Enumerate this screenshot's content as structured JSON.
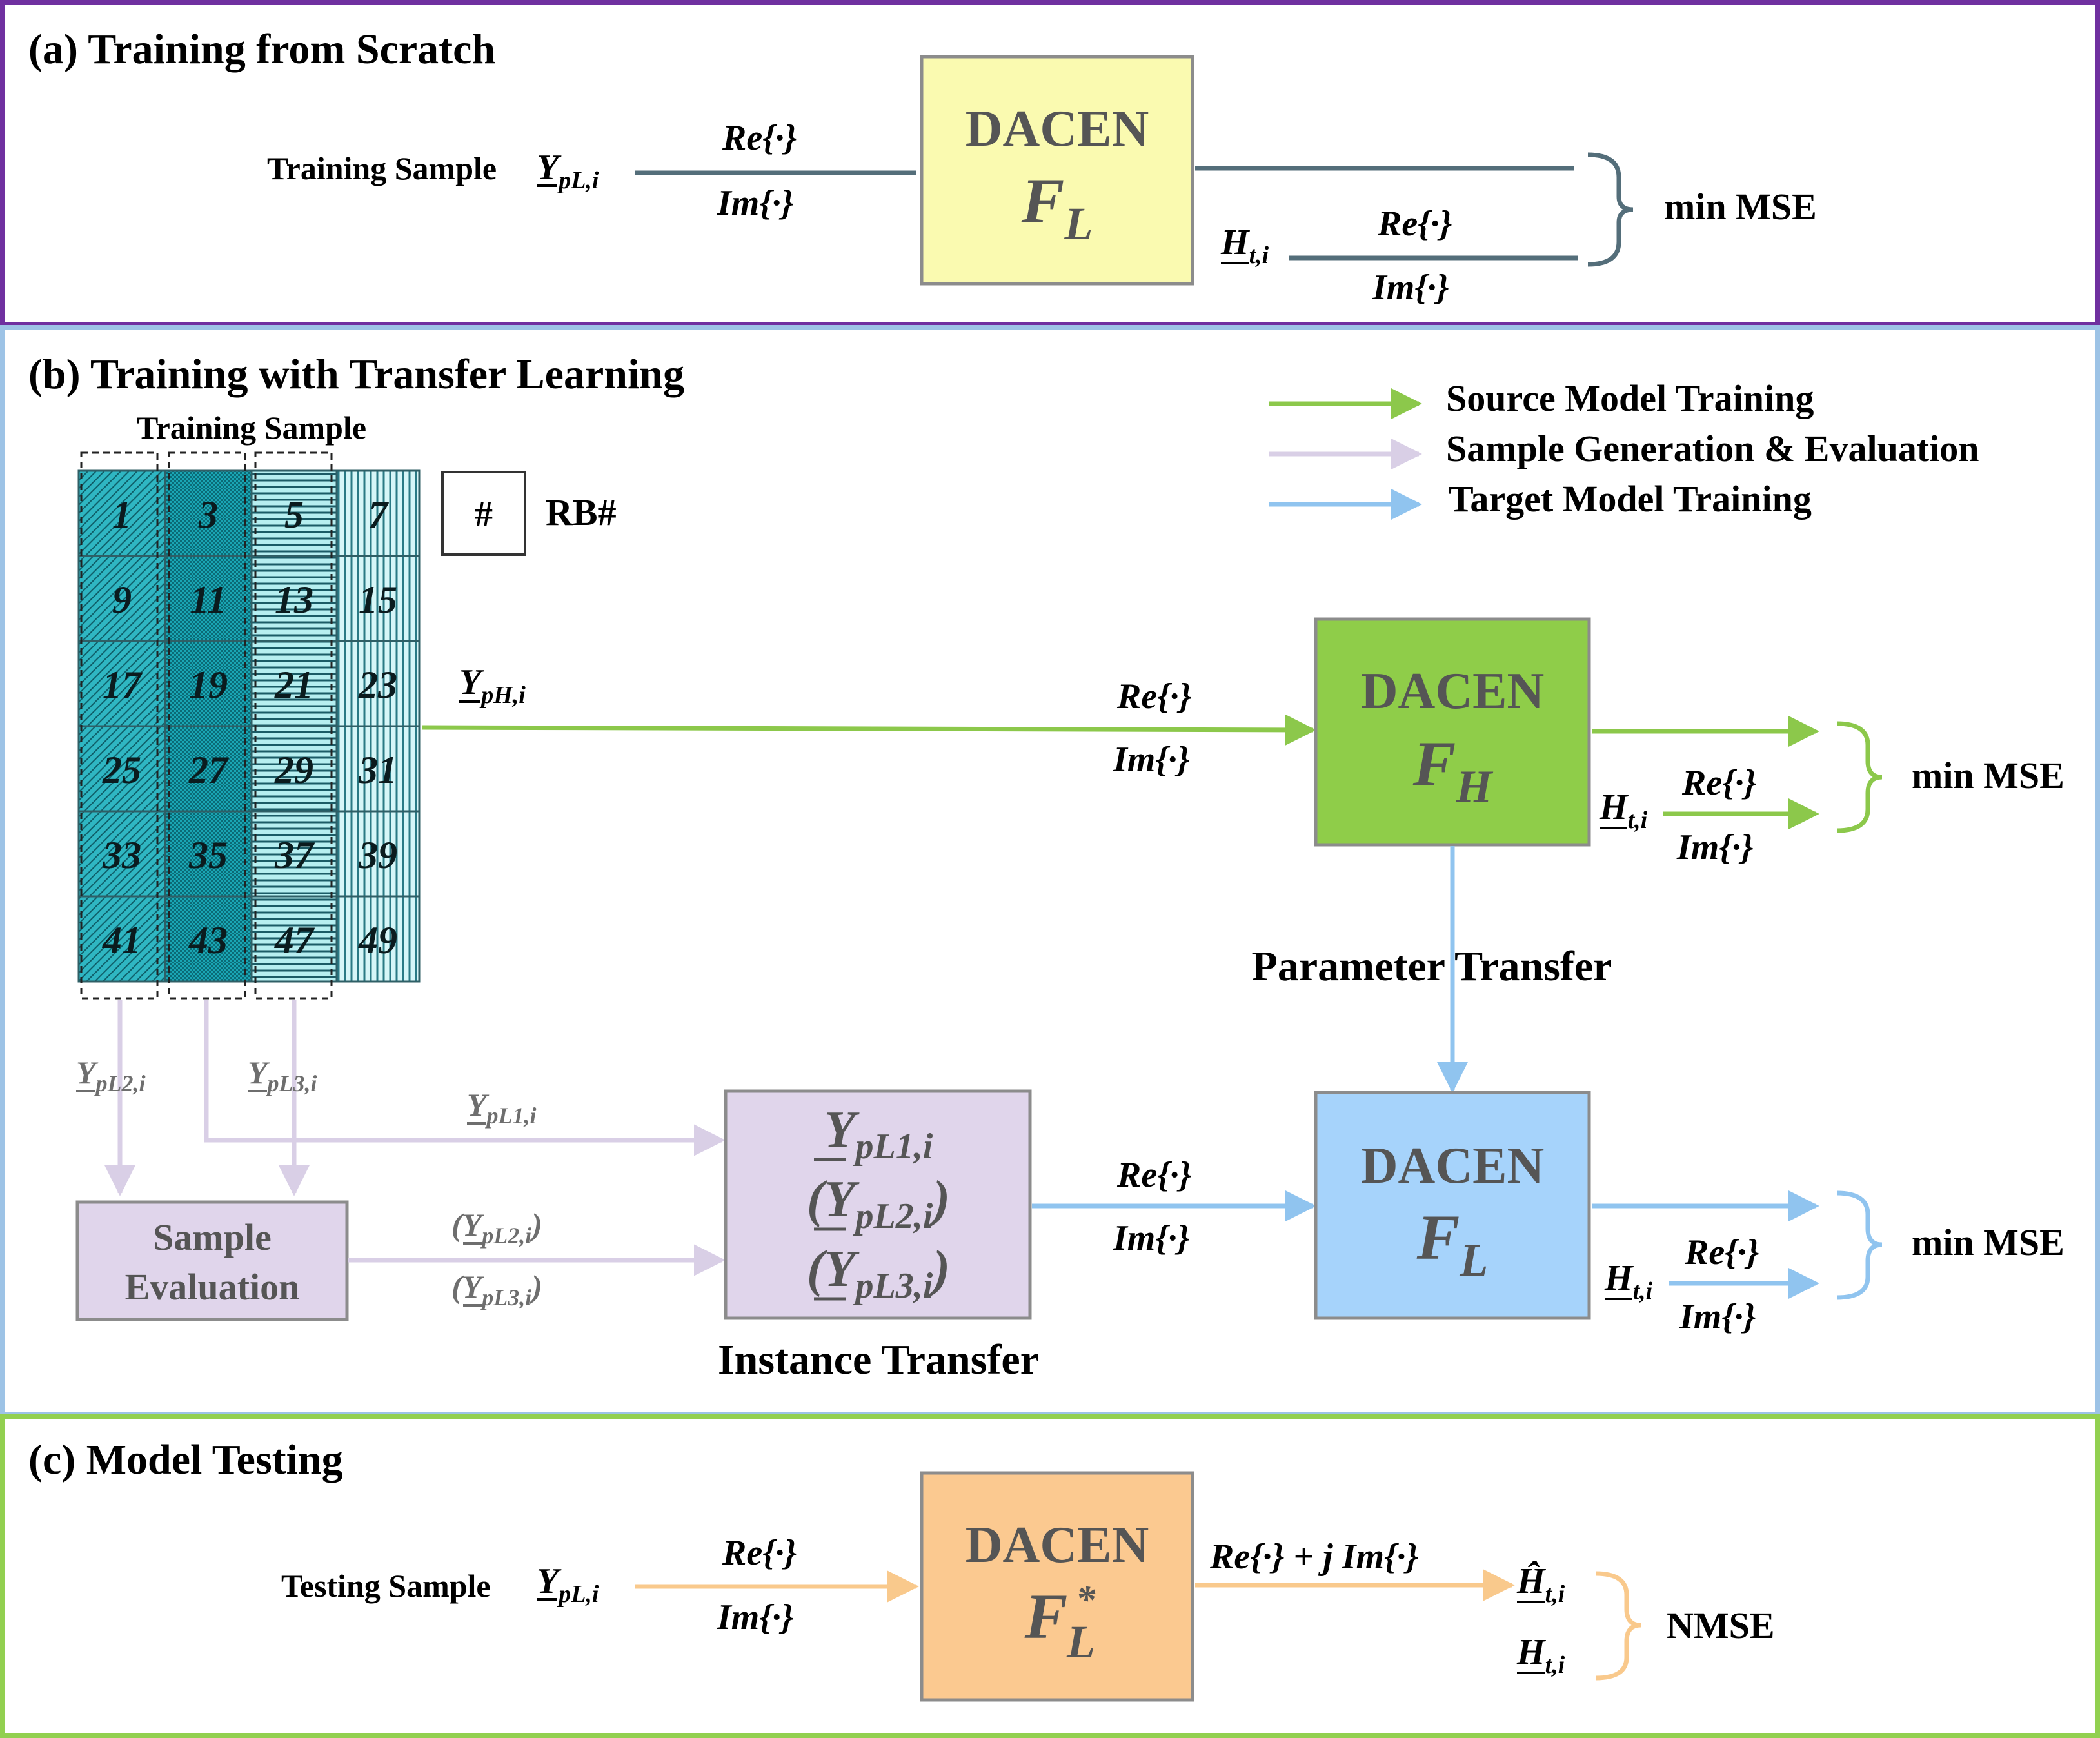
{
  "sections": {
    "a": {
      "title": "(a) Training from Scratch"
    },
    "b": {
      "title": "(b) Training with Transfer Learning"
    },
    "c": {
      "title": "(c) Model Testing"
    }
  },
  "colors": {
    "purple_border": "#7030a0",
    "blue_border": "#9dc3e6",
    "green_border": "#92d050",
    "arrow_dark": "#546e7a",
    "arrow_green": "#8cc84b",
    "arrow_lavender": "#d9cfe6",
    "arrow_blue": "#90c4ef",
    "arrow_orange": "#f9c98c",
    "box_yellow": "#fafab0",
    "box_green": "#8fcd49",
    "box_blue": "#a6d3fb",
    "box_lavender": "#e0d5eb",
    "box_orange": "#fbc990",
    "box_text": "#555555",
    "label_gray": "#6e6e6e"
  },
  "math": {
    "re": "Re{·}",
    "im": "Im{·}",
    "re_plus_j_im": "Re{·} + j Im{·}"
  },
  "a": {
    "input_label": "Training Sample",
    "input_var": "Y",
    "input_sub": "pL,i",
    "model_name": "DACEN",
    "model_func": "F",
    "model_sub": "L",
    "target_var": "H",
    "target_sub": "t,i",
    "loss": "min MSE"
  },
  "b": {
    "legend": [
      {
        "label": "Source Model Training",
        "color": "#8cc84b"
      },
      {
        "label": "Sample Generation & Evaluation",
        "color": "#d9cfe6"
      },
      {
        "label": "Target Model Training",
        "color": "#90c4ef"
      }
    ],
    "grid_title": "Training Sample",
    "rb_key_symbol": "#",
    "rb_key_label": "RB#",
    "grid_numbers": [
      [
        "1",
        "3",
        "5",
        "7"
      ],
      [
        "9",
        "11",
        "13",
        "15"
      ],
      [
        "17",
        "19",
        "21",
        "23"
      ],
      [
        "25",
        "27",
        "29",
        "31"
      ],
      [
        "33",
        "35",
        "37",
        "39"
      ],
      [
        "41",
        "43",
        "47",
        "49"
      ]
    ],
    "source_input": {
      "var": "Y",
      "sub": "pH,i"
    },
    "source_model": {
      "name": "DACEN",
      "func": "F",
      "sub": "H"
    },
    "target_var": "H",
    "target_sub": "t,i",
    "loss": "min MSE",
    "parameter_transfer": "Parameter Transfer",
    "instance_transfer": "Instance Transfer",
    "target_model": {
      "name": "DACEN",
      "func": "F",
      "sub": "L"
    },
    "y_pl1": {
      "var": "Y",
      "sub": "pL1,i"
    },
    "y_pl2": {
      "var": "Y",
      "sub": "pL2,i"
    },
    "y_pl3": {
      "var": "Y",
      "sub": "pL3,i"
    },
    "sample_eval": [
      "Sample",
      "Evaluation"
    ],
    "instance_box": {
      "row1": {
        "var": "Y",
        "sub": "pL1,i"
      },
      "row2": {
        "var": "Y",
        "sub": "pL2,i"
      },
      "row3": {
        "var": "Y",
        "sub": "pL3,i"
      }
    }
  },
  "c": {
    "input_label": "Testing Sample",
    "input_var": "Y",
    "input_sub": "pL,i",
    "model_name": "DACEN",
    "model_func": "F",
    "model_sub": "L",
    "model_sup": "*",
    "est_var": "Ĥ",
    "est_sub": "t,i",
    "target_var": "H",
    "target_sub": "t,i",
    "loss": "NMSE"
  }
}
